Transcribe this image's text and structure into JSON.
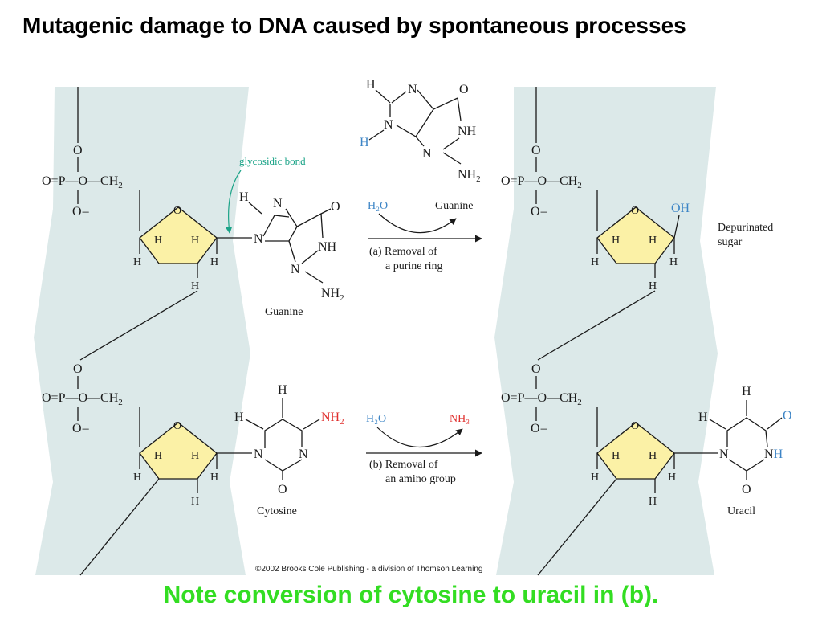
{
  "title": "Mutagenic damage to DNA caused by spontaneous processes",
  "footnote": "Note conversion of cytosine to uracil in (b).",
  "colors": {
    "band": "#dce9e9",
    "ring": "#fbf1a6",
    "accent_blue": "#3d85c6",
    "accent_red": "#e0302e",
    "bond_label": "#1aa387",
    "footnote": "#33dd22"
  },
  "diagram": {
    "glycosidic_label": "glycosidic bond",
    "guanine_label": "Guanine",
    "cytosine_label": "Cytosine",
    "uracil_label": "Uracil",
    "depurinated_line1": "Depurinated",
    "depurinated_line2": "sugar",
    "reaction_a": {
      "reactant": "H₂O",
      "product": "Guanine",
      "label_line1": "(a) Removal of",
      "label_line2": "a purine ring"
    },
    "reaction_b": {
      "reactant": "H₂O",
      "product": "NH₃",
      "label_line1": "(b) Removal of",
      "label_line2": "an amino group"
    },
    "copyright": "©2002 Brooks Cole Publishing - a division of Thomson Learning"
  }
}
